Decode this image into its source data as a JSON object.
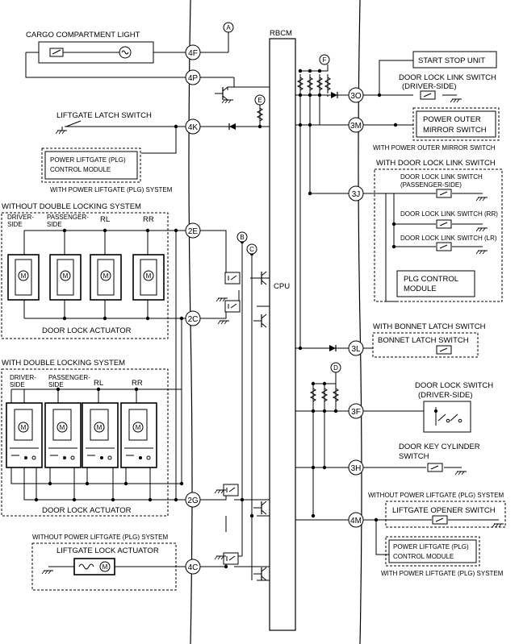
{
  "module_label": "RBCM",
  "cpu_label": "CPU",
  "connectors": {
    "c4F": "4F",
    "c4P": "4P",
    "c4K": "4K",
    "c2E": "2E",
    "c2C": "2C",
    "c2G": "2G",
    "c4C": "4C",
    "c3O": "3O",
    "c3M": "3M",
    "c3J": "3J",
    "c3L": "3L",
    "c3F": "3F",
    "c3H": "3H",
    "c4M": "4M"
  },
  "references": {
    "A": "A",
    "B": "B",
    "C": "C",
    "D": "D",
    "E": "E",
    "F": "F"
  },
  "left": {
    "cargo_light": "CARGO COMPARTMENT LIGHT",
    "liftgate_latch_switch": "LIFTGATE LATCH SWITCH",
    "plg_module_line1": "POWER LIFTGATE (PLG)",
    "plg_module_line2": "CONTROL MODULE",
    "with_plg_system": "WITH POWER LIFTGATE (PLG) SYSTEM",
    "without_double_locking": "WITHOUT DOUBLE LOCKING SYSTEM",
    "with_double_locking": "WITH DOUBLE LOCKING SYSTEM",
    "driver_line1": "DRIVER-",
    "driver_line2": "SIDE",
    "passenger_line1": "PASSENGER-",
    "passenger_line2": "SIDE",
    "rl": "RL",
    "rr": "RR",
    "motor_symbol": "M",
    "door_lock_actuator": "DOOR LOCK ACTUATOR",
    "without_plg_system": "WITHOUT POWER LIFTGATE (PLG) SYSTEM",
    "liftgate_lock_actuator": "LIFTGATE LOCK ACTUATOR"
  },
  "right": {
    "start_stop_unit": "START STOP UNIT",
    "dlls_driver_line1": "DOOR LOCK LINK SWITCH",
    "dlls_driver_line2": "(DRIVER-SIDE)",
    "mirror_switch_line1": "POWER OUTER",
    "mirror_switch_line2": "MIRROR SWITCH",
    "with_mirror_switch": "WITH POWER OUTER MIRROR SWITCH",
    "with_dlls": "WITH DOOR LOCK LINK SWITCH",
    "dlls_passenger_line1": "DOOR LOCK LINK SWITCH",
    "dlls_passenger_line2": "(PASSENGER-SIDE)",
    "dlls_rr": "DOOR LOCK LINK SWITCH (RR)",
    "dlls_lr": "DOOR LOCK LINK SWITCH (LR)",
    "plg_control_line1": "PLG CONTROL",
    "plg_control_line2": "MODULE",
    "with_bonnet": "WITH BONNET LATCH SWITCH",
    "bonnet_switch": "BONNET LATCH SWITCH",
    "dls_driver_line1": "DOOR LOCK SWITCH",
    "dls_driver_line2": "(DRIVER-SIDE)",
    "key_cyl_line1": "DOOR KEY CYLINDER",
    "key_cyl_line2": "SWITCH",
    "without_plg": "WITHOUT POWER LIFTGATE (PLG) SYSTEM",
    "opener_switch": "LIFTGATE OPENER SWITCH",
    "plg_module_line1": "POWER LIFTGATE (PLG)",
    "plg_module_line2": "CONTROL MODULE",
    "with_plg": "WITH POWER LIFTGATE (PLG) SYSTEM"
  }
}
